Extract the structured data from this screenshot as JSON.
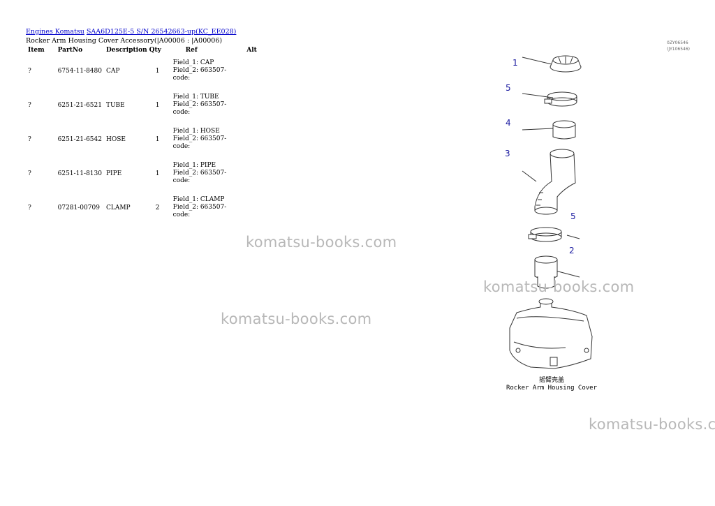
{
  "breadcrumb": {
    "link1": "Engines Komatsu",
    "link2": "SAA6D125E-5 S/N 26542663-up(KC_EE028)"
  },
  "page_title": "Rocker Arm Housing Cover Accessory(|A00006 : |A00006)",
  "table": {
    "headers": {
      "item": "Item",
      "partno": "PartNo",
      "description": "Description",
      "qty": "Qty",
      "ref": "Ref",
      "alt": "Alt"
    },
    "rows": [
      {
        "item": "?",
        "partno": "6754-11-8480",
        "description": "CAP",
        "qty": "1",
        "ref1": "Field_1: CAP",
        "ref2": "Field_2: 663507-",
        "ref3": "code:"
      },
      {
        "item": "?",
        "partno": "6251-21-6521",
        "description": "TUBE",
        "qty": "1",
        "ref1": "Field_1: TUBE",
        "ref2": "Field_2: 663507-",
        "ref3": "code:"
      },
      {
        "item": "?",
        "partno": "6251-21-6542",
        "description": "HOSE",
        "qty": "1",
        "ref1": "Field_1: HOSE",
        "ref2": "Field_2: 663507-",
        "ref3": "code:"
      },
      {
        "item": "?",
        "partno": "6251-11-8130",
        "description": "PIPE",
        "qty": "1",
        "ref1": "Field_1: PIPE",
        "ref2": "Field_2: 663507-",
        "ref3": "code:"
      },
      {
        "item": "?",
        "partno": "07281-00709",
        "description": "CLAMP",
        "qty": "2",
        "ref1": "Field_1: CLAMP",
        "ref2": "Field_2: 663507-",
        "ref3": "code:"
      }
    ]
  },
  "diagram": {
    "id_line1": "0ZY06546",
    "id_line2": "(JY106546)",
    "callouts": [
      "1",
      "5",
      "4",
      "3",
      "5",
      "2"
    ],
    "caption_cn": "摇臂壳盖",
    "caption_en": "Rocker Arm Housing Cover"
  },
  "watermark": "komatsu-books.com",
  "colors": {
    "link": "#0000cc",
    "callout": "#1a1aa0",
    "watermark": "#b8b8b8"
  }
}
